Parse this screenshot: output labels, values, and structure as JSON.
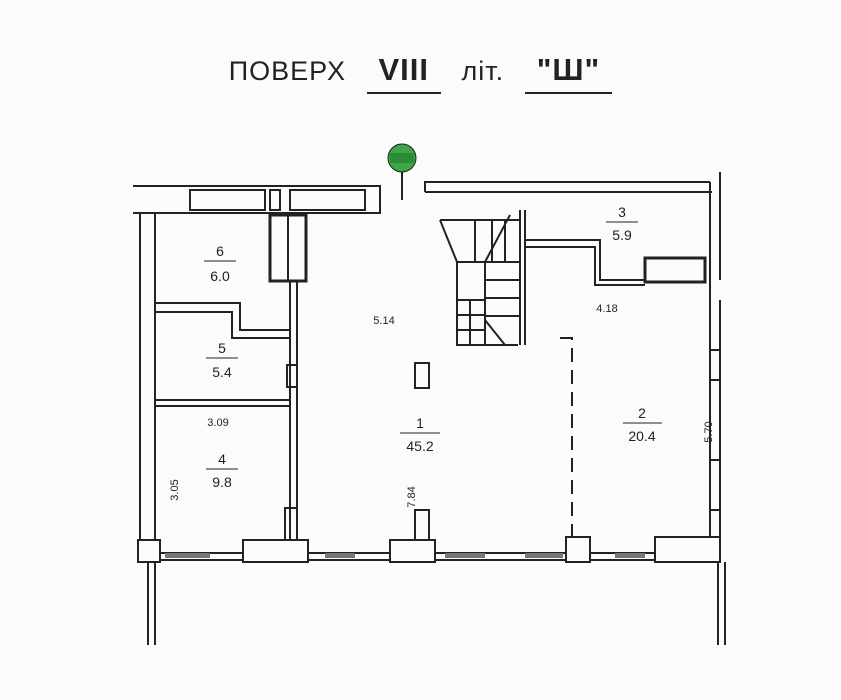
{
  "title": {
    "prefix": "ПОВЕРХ",
    "floor": "VIII",
    "lit_label": "літ.",
    "letter": "\"Ш\""
  },
  "rooms": [
    {
      "number": "1",
      "area": "45.2"
    },
    {
      "number": "2",
      "area": "20.4"
    },
    {
      "number": "3",
      "area": "5.9"
    },
    {
      "number": "4",
      "area": "9.8"
    },
    {
      "number": "5",
      "area": "5.4"
    },
    {
      "number": "6",
      "area": "6.0"
    }
  ],
  "dimensions": {
    "d1": "5.14",
    "d2": "4.18",
    "d3": "3.09",
    "d4": "3.05",
    "d5": "7.84",
    "d6": "5.70"
  },
  "colors": {
    "entrance_marker": "#3aa847",
    "wall": "#222222"
  }
}
